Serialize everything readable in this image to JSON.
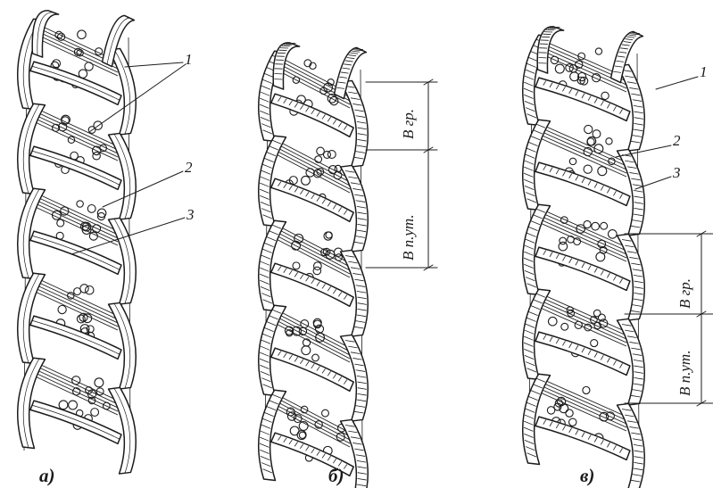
{
  "figure": {
    "panels": [
      {
        "id": "a",
        "caption": "а)",
        "callouts": [
          "1",
          "2",
          "3"
        ]
      },
      {
        "id": "b",
        "caption": "б)",
        "dimensions": [
          "B гр.",
          "B п.ут."
        ]
      },
      {
        "id": "c",
        "caption": "в)",
        "callouts": [
          "1",
          "2",
          "3"
        ],
        "dimensions": [
          "B гр.",
          "B п.ут."
        ]
      }
    ]
  },
  "colors": {
    "ink": "#1c1c1c",
    "paper": "#ffffff"
  }
}
